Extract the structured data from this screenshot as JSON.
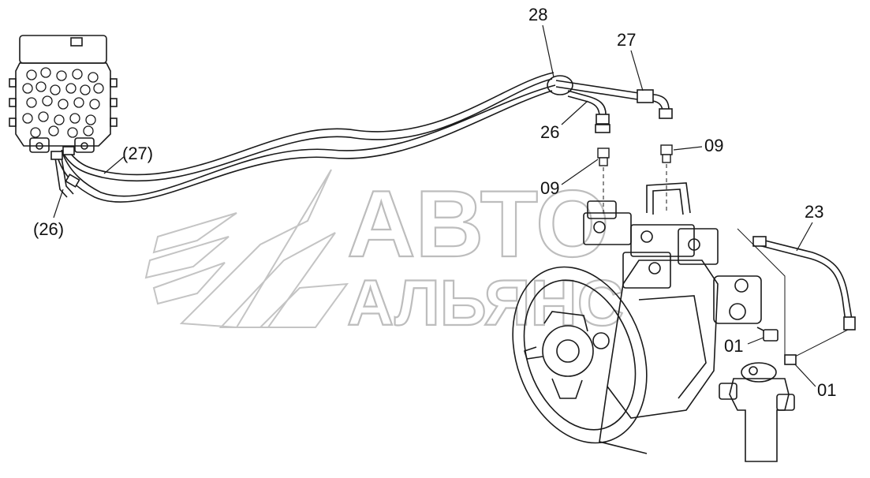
{
  "watermark": {
    "line1": "АВТО",
    "line2": "АЛЬЯНС"
  },
  "callouts": {
    "c28": "28",
    "c27": "27",
    "c26": "26",
    "c09_upper": "09",
    "c09_lower": "09",
    "c27_paren": "(27)",
    "c26_paren": "(26)",
    "c23": "23",
    "c01_upper": "01",
    "c01_lower": "01"
  },
  "colors": {
    "line": "#1a1a1a",
    "watermark": "#bdbdbd",
    "background": "#ffffff"
  }
}
